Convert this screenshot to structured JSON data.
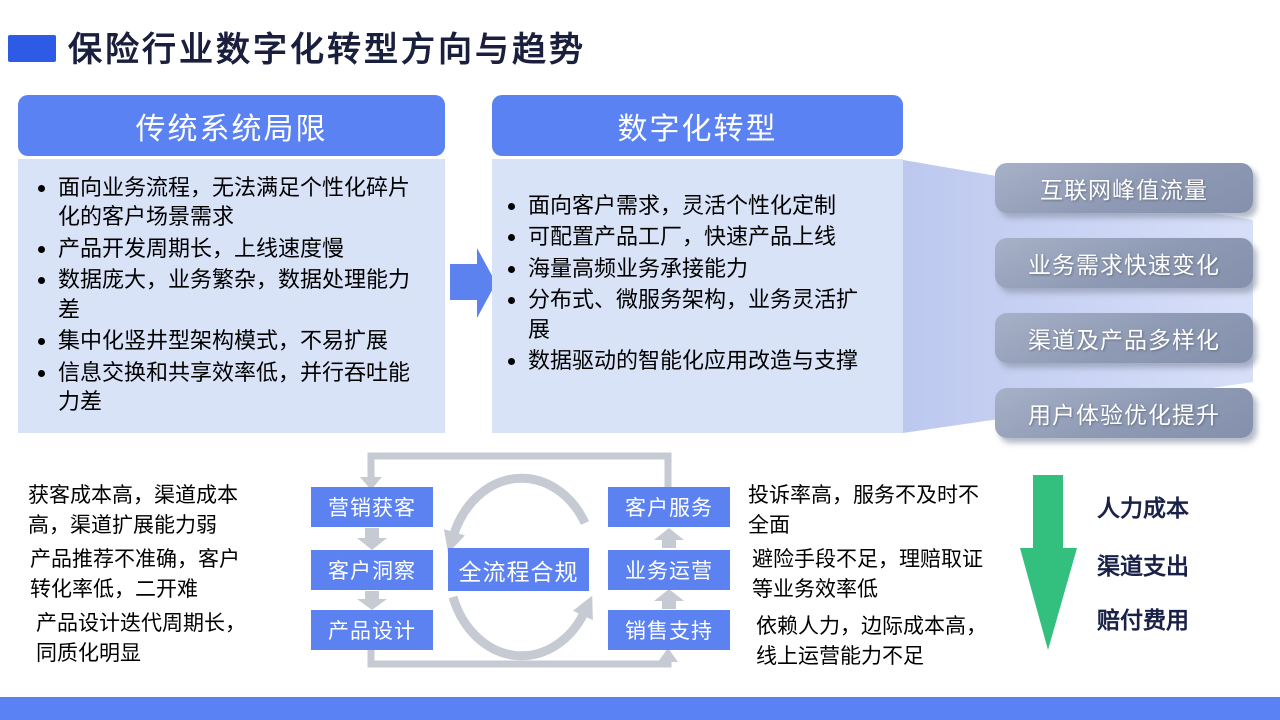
{
  "title": "保险行业数字化转型方向与趋势",
  "legacy_panel": {
    "header": "传统系统局限",
    "bullets": [
      "面向业务流程，无法满足个性化碎片化的客户场景需求",
      "产品开发周期长，上线速度慢",
      "数据庞大，业务繁杂，数据处理能力差",
      "集中化竖井型架构模式，不易扩展",
      "信息交换和共享效率低，并行吞吐能力差"
    ]
  },
  "transform_panel": {
    "header": "数字化转型",
    "bullets": [
      "面向客户需求，灵活个性化定制",
      "可配置产品工厂，快速产品上线",
      "海量高频业务承接能力",
      "分布式、微服务架构，业务灵活扩展",
      "数据驱动的智能化应用改造与支撑"
    ]
  },
  "drivers": [
    "互联网峰值流量",
    "业务需求快速变化",
    "渠道及产品多样化",
    "用户体验优化提升"
  ],
  "cycle": {
    "center": "全流程合规",
    "left_column": [
      "营销获客",
      "客户洞察",
      "产品设计"
    ],
    "right_column": [
      "客户服务",
      "业务运营",
      "销售支持"
    ]
  },
  "pain_points_left": [
    "获客成本高，渠道成本高，渠道扩展能力弱",
    "产品推荐不准确，客户转化率低，二开难",
    "产品设计迭代周期长，同质化明显"
  ],
  "pain_points_right": [
    "投诉率高，服务不及时不全面",
    "避险手段不足，理赔取证等业务效率低",
    "依赖人力，边际成本高，线上运营能力不足"
  ],
  "cost_reduction": [
    "人力成本",
    "渠道支出",
    "赔付费用"
  ],
  "colors": {
    "accent_blue": "#5B82F2",
    "panel_body_blue": "#D9E3F8",
    "funnel_lavender": "#C5CFF2",
    "chip_gray": "#8E99B4",
    "connector_gray": "#C6CAD3",
    "arrow_green": "#33BF7E",
    "title_navy": "#191F3D",
    "bottom_bar_blue": "#5B82F5"
  }
}
